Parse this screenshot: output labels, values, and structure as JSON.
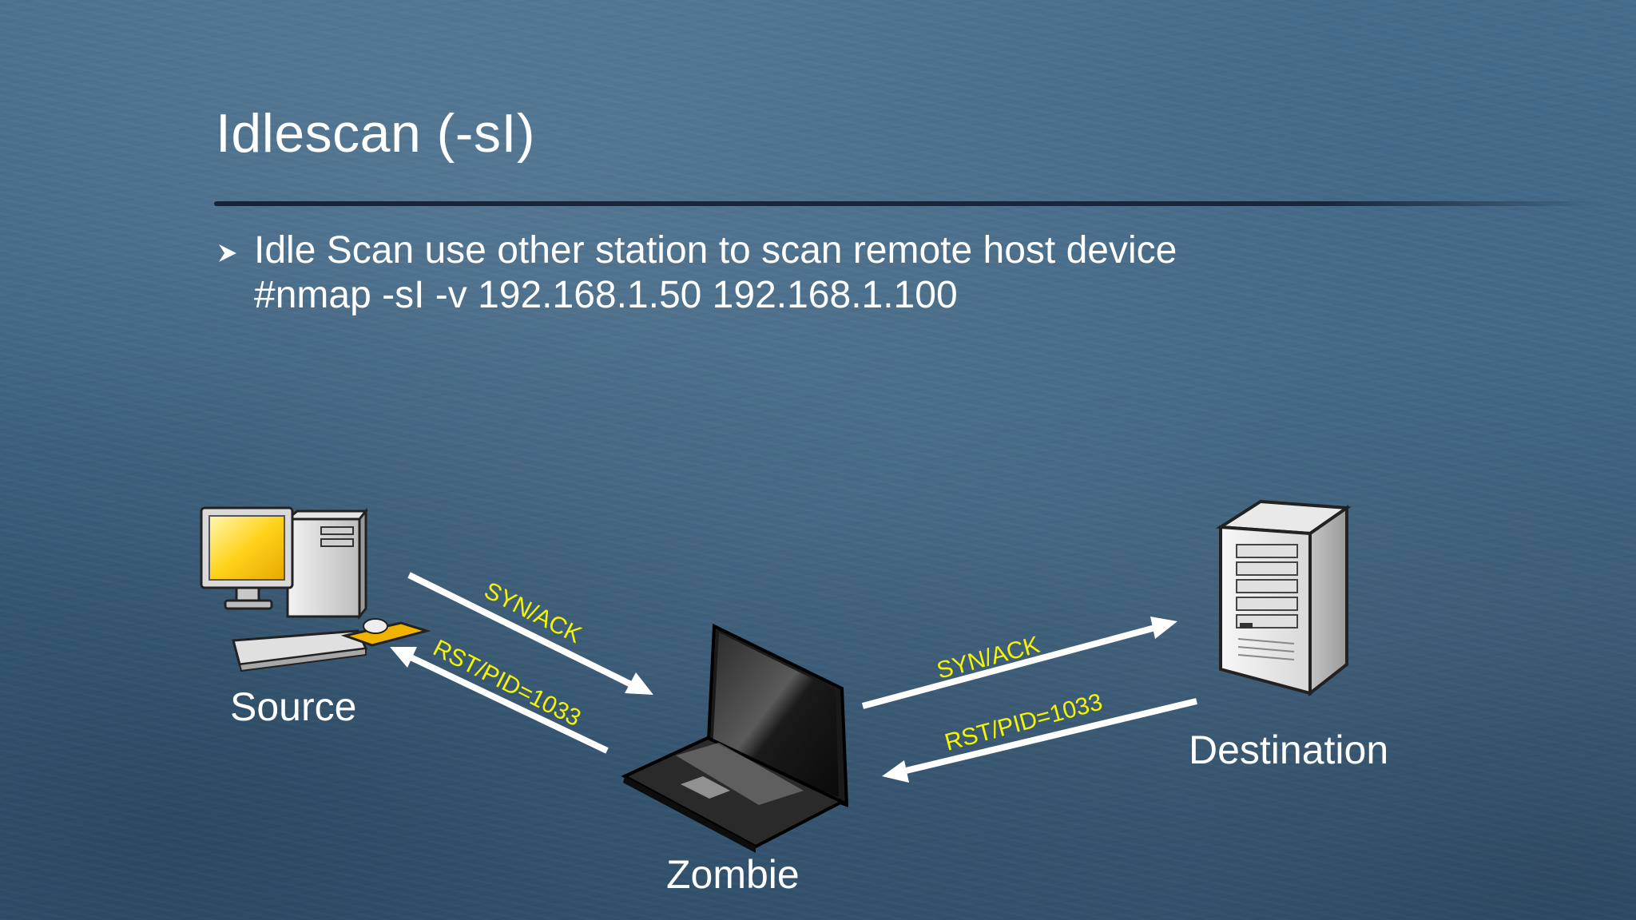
{
  "slide": {
    "title": "Idlescan (-sI)",
    "bullet": {
      "marker_icon": "arrow-bullet-icon",
      "text": "Idle Scan use other station to scan remote host device",
      "command": "#nmap -sI -v 192.168.1.50 192.168.1.100"
    }
  },
  "diagram": {
    "nodes": {
      "source": {
        "label": "Source",
        "icon": "desktop-computer-icon"
      },
      "zombie": {
        "label": "Zombie",
        "icon": "laptop-icon"
      },
      "destination": {
        "label": "Destination",
        "icon": "server-tower-icon"
      }
    },
    "edges": [
      {
        "from": "source",
        "to": "zombie",
        "label": "SYN/ACK"
      },
      {
        "from": "zombie",
        "to": "source",
        "label": "RST/PID=1033"
      },
      {
        "from": "zombie",
        "to": "destination",
        "label": "SYN/ACK"
      },
      {
        "from": "destination",
        "to": "zombie",
        "label": "RST/PID=1033"
      }
    ]
  },
  "colors": {
    "background": "#3a5f7d",
    "text": "#ffffff",
    "edge_label": "#f5f500",
    "arrow": "#ffffff"
  }
}
